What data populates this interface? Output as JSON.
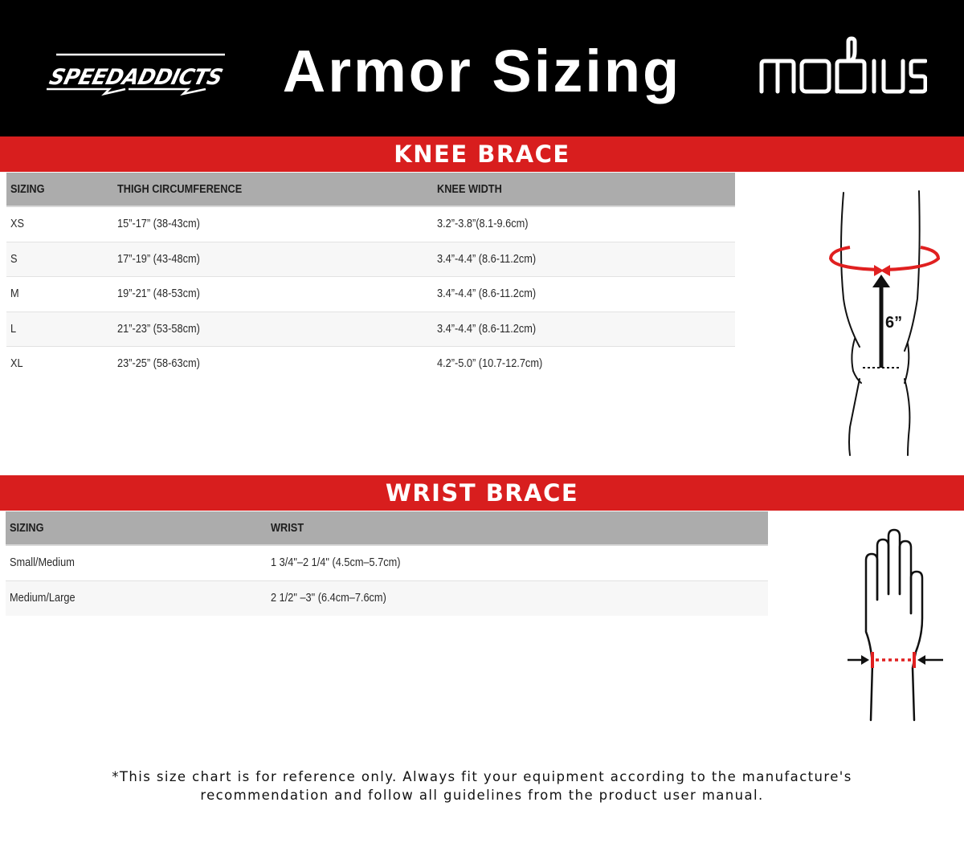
{
  "header": {
    "left_logo": "SPEEDADDICTS",
    "title": "Armor Sizing",
    "right_logo": "mobius"
  },
  "knee_brace": {
    "section_title": "KNEE BRACE",
    "columns": [
      "SIZING",
      "THIGH CIRCUMFERENCE",
      "KNEE WIDTH"
    ],
    "rows": [
      [
        "XS",
        "15”-17” (38-43cm)",
        "3.2”-3.8”(8.1-9.6cm)"
      ],
      [
        "S",
        "17”-19” (43-48cm)",
        "3.4”-4.4” (8.6-11.2cm)"
      ],
      [
        "M",
        "19”-21” (48-53cm)",
        "3.4”-4.4” (8.6-11.2cm)"
      ],
      [
        "L",
        "21”-23” (53-58cm)",
        "3.4”-4.4” (8.6-11.2cm)"
      ],
      [
        "XL",
        "23”-25” (58-63cm)",
        "4.2”-5.0” (10.7-12.7cm)"
      ]
    ],
    "illustration": {
      "icon": "knee-measurement-icon",
      "label": "6”"
    }
  },
  "wrist_brace": {
    "section_title": "WRIST BRACE",
    "columns": [
      "SIZING",
      "WRIST"
    ],
    "rows": [
      [
        "Small/Medium",
        "1 3/4\"–2 1/4\" (4.5cm–5.7cm)"
      ],
      [
        "Medium/Large",
        "2 1/2\" –3\" (6.4cm–7.6cm)"
      ]
    ],
    "illustration": {
      "icon": "wrist-measurement-icon"
    }
  },
  "footer": {
    "line1": "*This size chart is for reference only. Always fit your equipment according to the manufacture's",
    "line2": "recommendation and follow all guidelines from the product user manual."
  },
  "colors": {
    "header_bg": "#000000",
    "band_red": "#d81e1e",
    "table_header_gray": "#acacac",
    "row_alt": "#f7f7f7"
  }
}
